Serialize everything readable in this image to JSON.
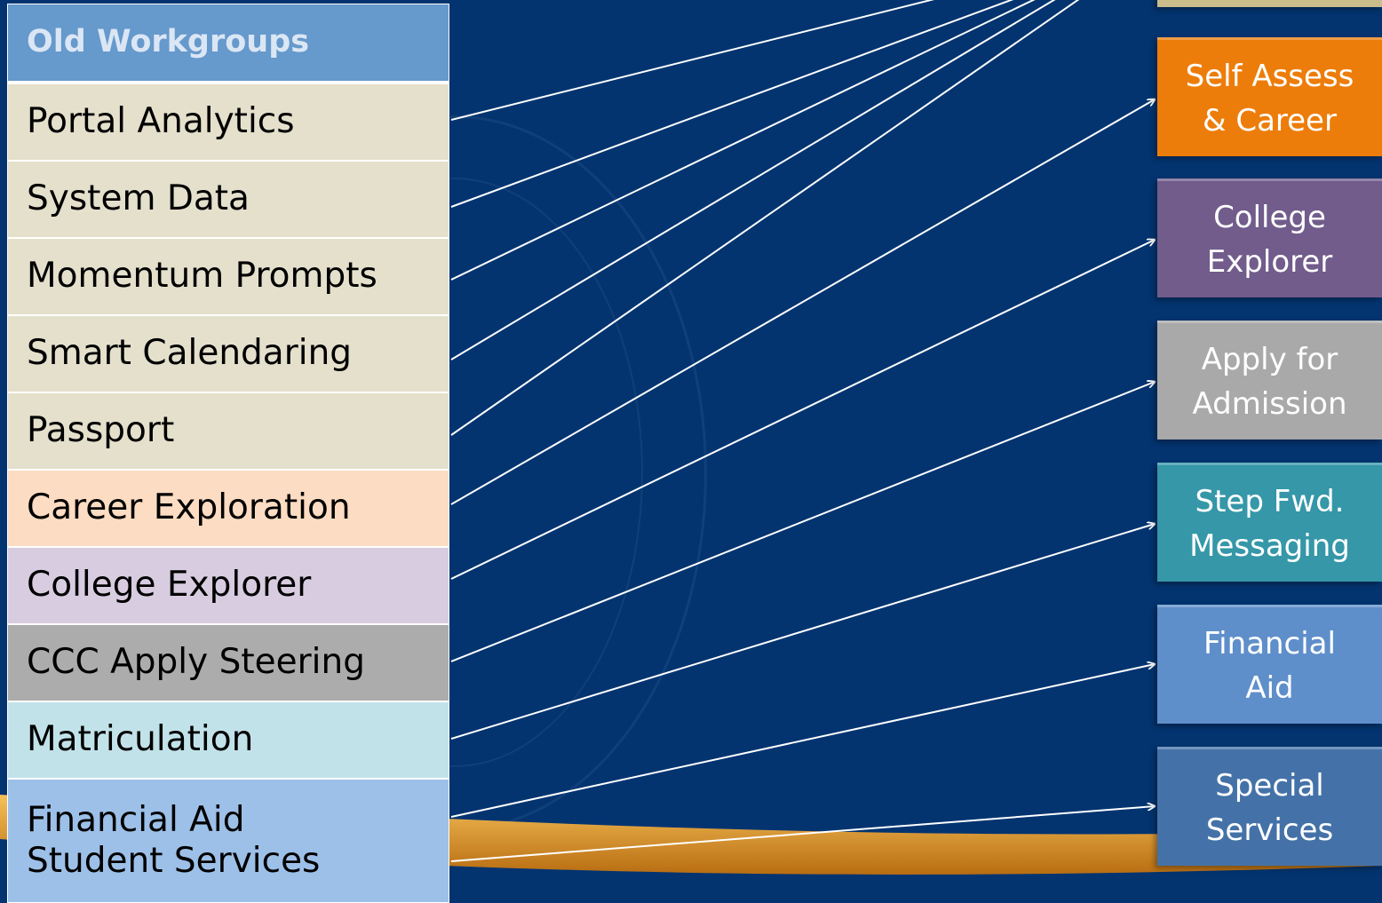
{
  "table": {
    "header": "Old Workgroups",
    "rows": [
      {
        "label": "Portal Analytics",
        "color": "#e4e0cc"
      },
      {
        "label": "System Data",
        "color": "#e4e0cc"
      },
      {
        "label": "Momentum Prompts",
        "color": "#e4e0cc"
      },
      {
        "label": "Smart Calendaring",
        "color": "#e4e0cc"
      },
      {
        "label": "Passport",
        "color": "#e4e0cc"
      },
      {
        "label": "Career Exploration",
        "color": "#fcdcc2"
      },
      {
        "label": "College Explorer",
        "color": "#d8cce0"
      },
      {
        "label": "CCC Apply Steering",
        "color": "#acacac"
      },
      {
        "label": "Matriculation",
        "color": "#c2e2ea"
      },
      {
        "label": "Financial Aid",
        "label2": "Student Services",
        "color": "#9dc0e8"
      }
    ]
  },
  "boxes": [
    {
      "line1": "Self Assess",
      "line2": "& Career",
      "color": "#ed7d0a"
    },
    {
      "line1": "College",
      "line2": "Explorer",
      "color": "#715c8c"
    },
    {
      "line1": "Apply for",
      "line2": "Admission",
      "color": "#a9a9a9"
    },
    {
      "line1": "Step Fwd.",
      "line2": "Messaging",
      "color": "#3597a8"
    },
    {
      "line1": "Financial",
      "line2": "Aid",
      "color": "#5f8fca"
    },
    {
      "line1": "Special",
      "line2": "Services",
      "color": "#4472a8"
    }
  ],
  "colors": {
    "background": "#033470",
    "header": "#6699cc",
    "top_stub": "#c9bd8c",
    "swoosh": "#e8a53a"
  }
}
